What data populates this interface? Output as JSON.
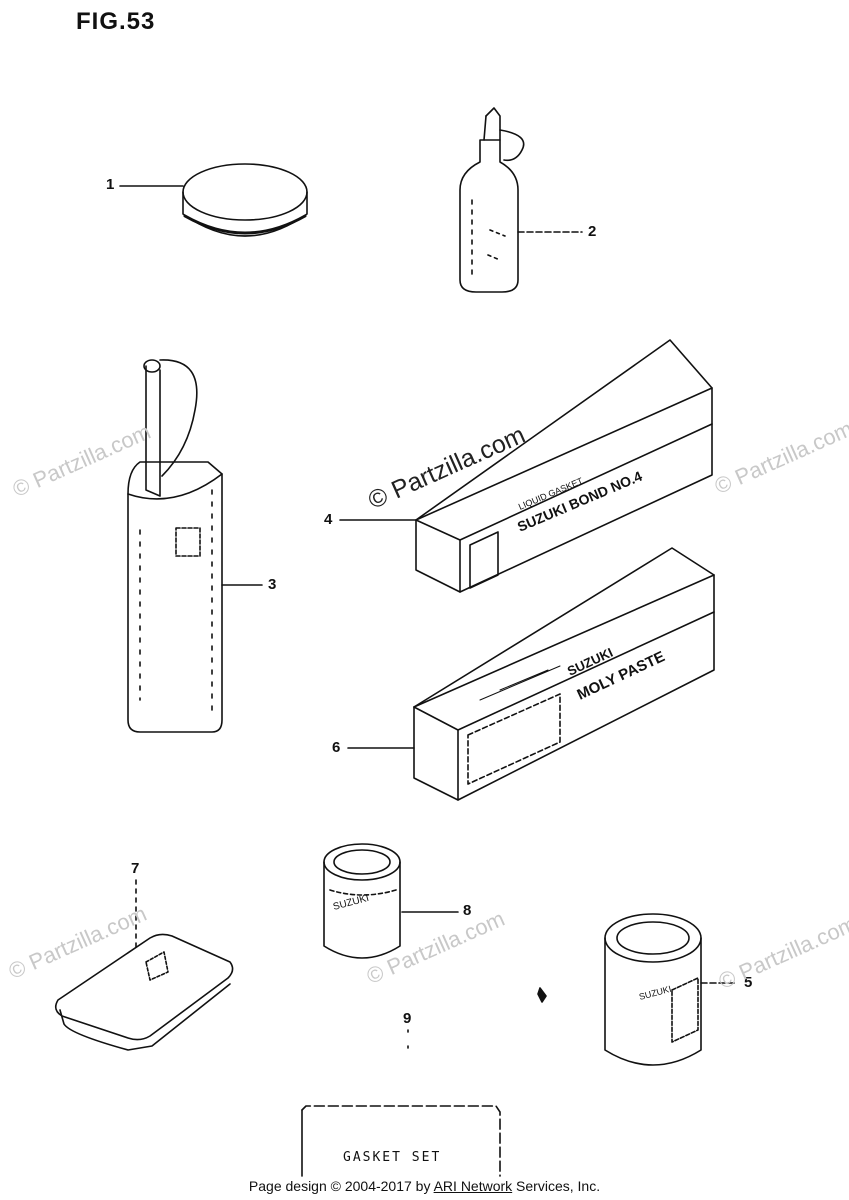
{
  "figure": {
    "title": "FIG.53"
  },
  "callouts": [
    {
      "id": "c1",
      "label": "1"
    },
    {
      "id": "c2",
      "label": "2"
    },
    {
      "id": "c3",
      "label": "3"
    },
    {
      "id": "c4",
      "label": "4"
    },
    {
      "id": "c6",
      "label": "6"
    },
    {
      "id": "c7",
      "label": "7"
    },
    {
      "id": "c8",
      "label": "8"
    },
    {
      "id": "c5",
      "label": "5"
    },
    {
      "id": "c9",
      "label": "9"
    }
  ],
  "watermark": {
    "text": "© Partzilla.com",
    "main_text": "© Partzilla.com"
  },
  "box4_text": {
    "line1": "SUZUKI BOND NO.4",
    "line2": "LIQUID GASKET"
  },
  "box6_text": {
    "line1": "SUZUKI",
    "line2": "MOLY PASTE"
  },
  "can8_text": "SUZUKI",
  "can5_text": "SUZUKI",
  "gasket_set_label": "GASKET SET",
  "footer": {
    "prefix": "Page design © 2004-2017 by ",
    "link": "ARI Network",
    "suffix": " Services, Inc."
  }
}
